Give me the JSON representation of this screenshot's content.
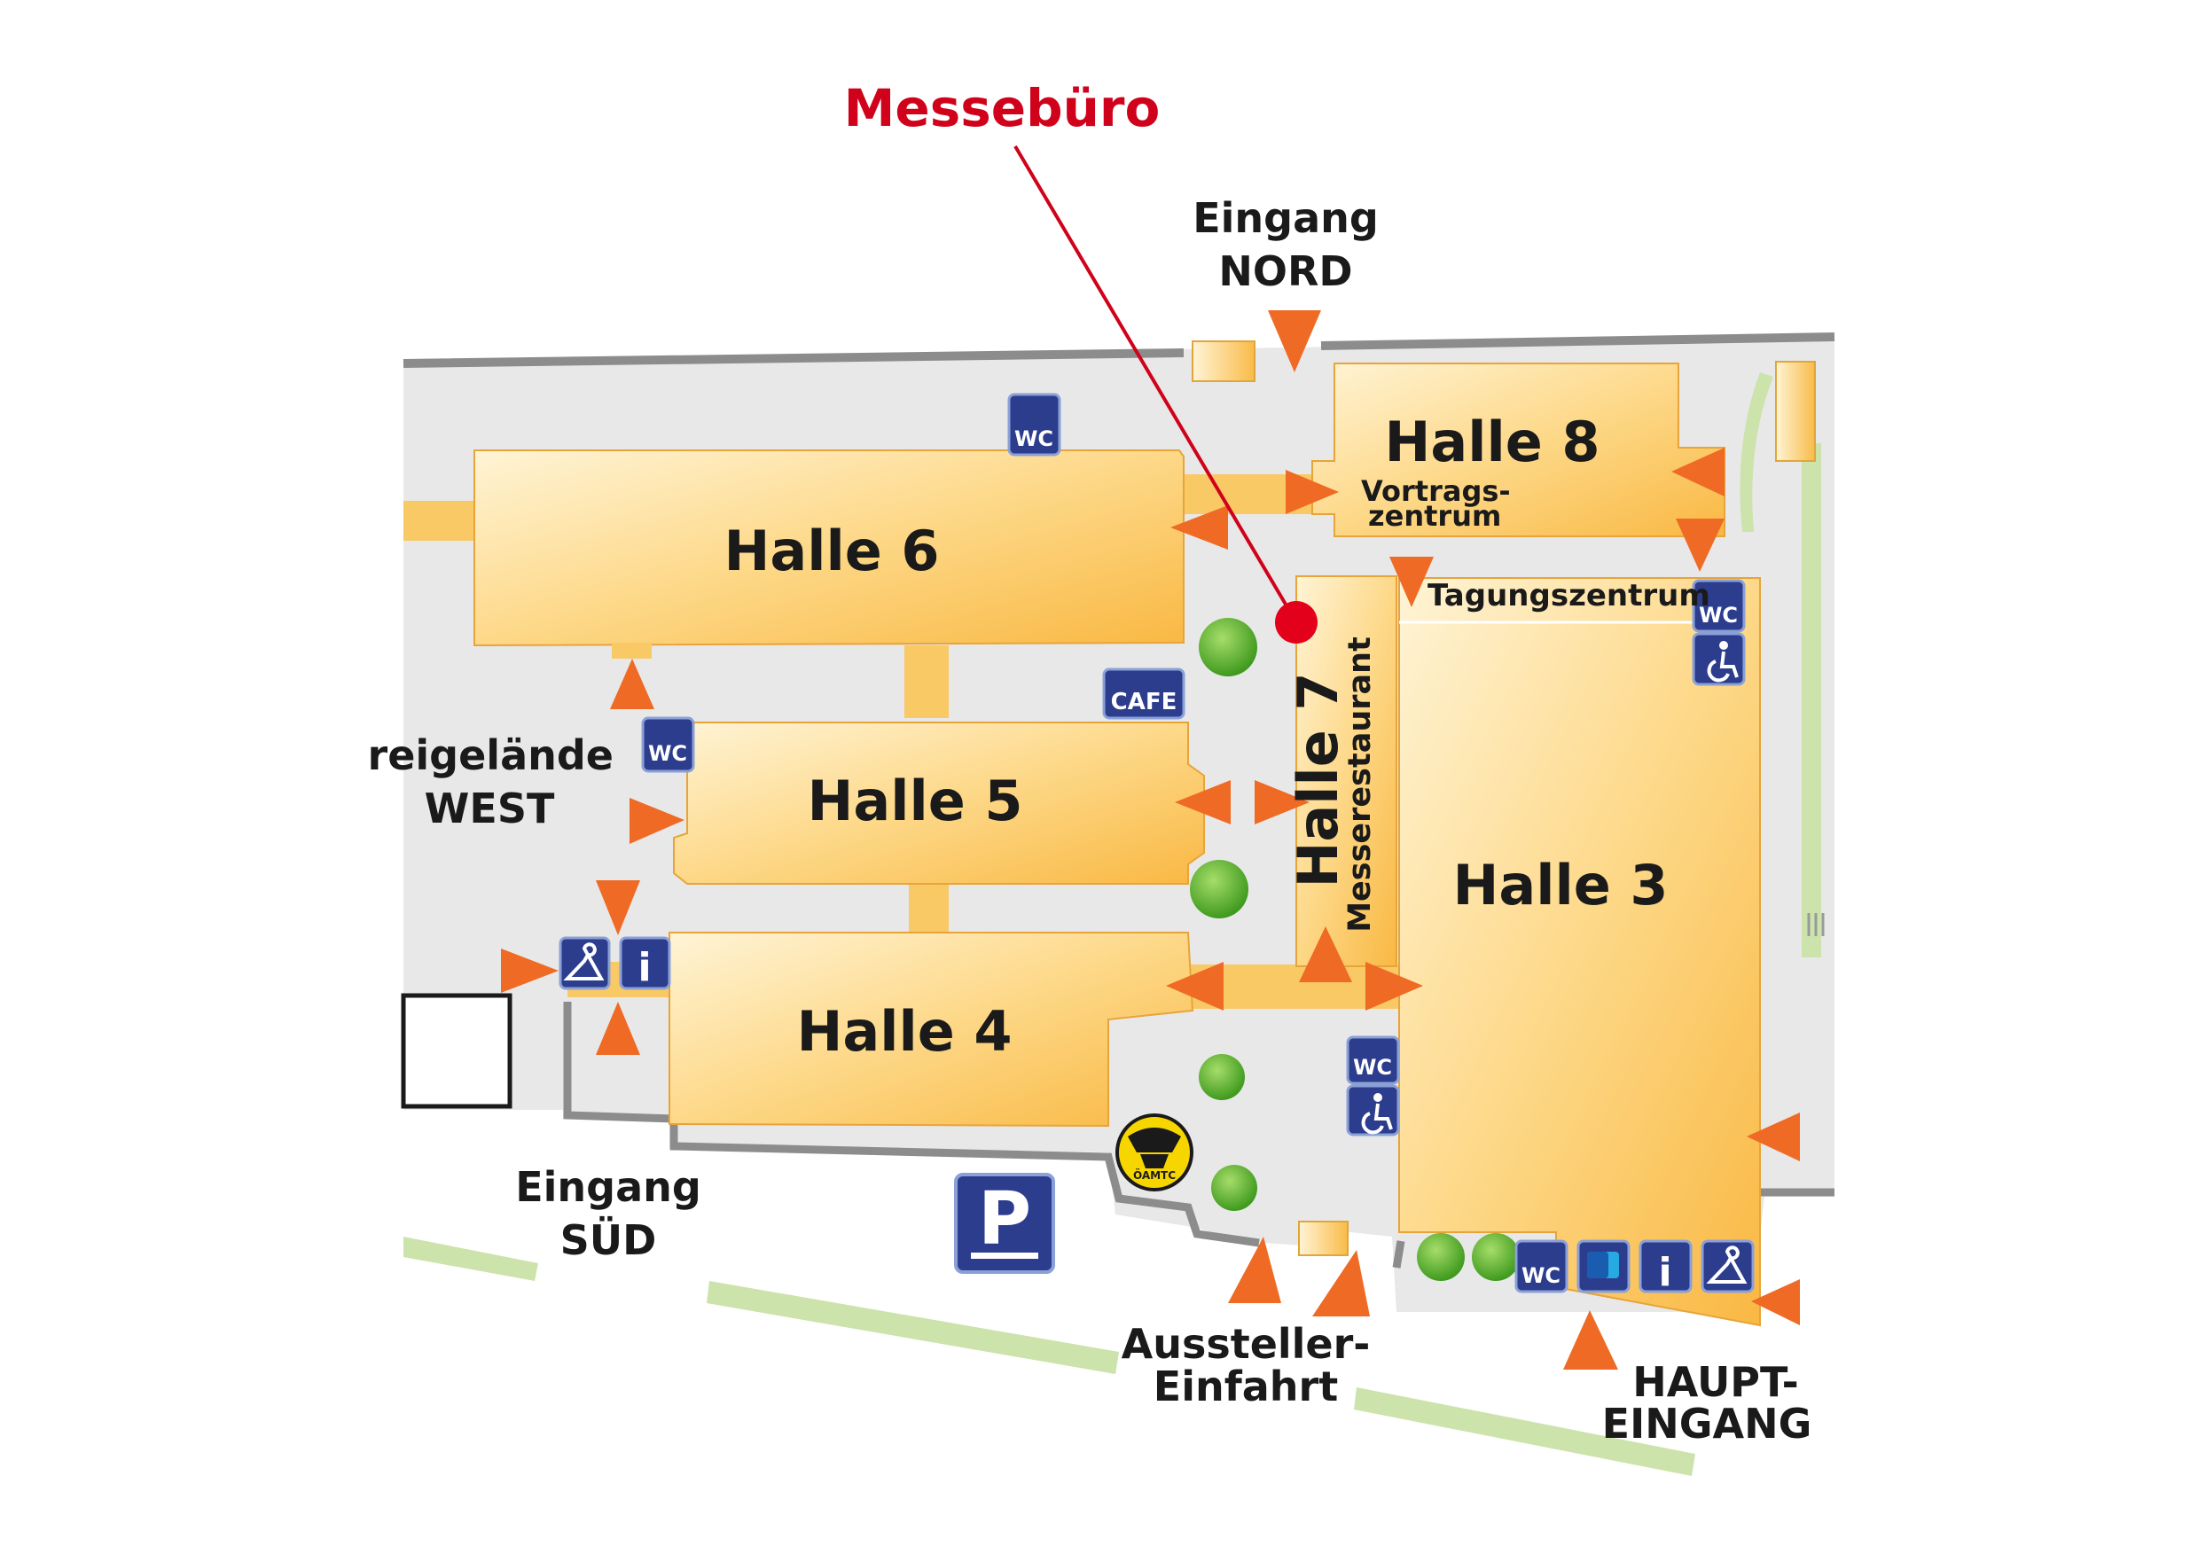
{
  "colors": {
    "ground": "#e8e8e8",
    "wall": "#8a8a8a",
    "hall_light": "#fff1cc",
    "hall_dark": "#fbbf4e",
    "arrow": "#ef6a24",
    "green_strip": "#c9e0a7",
    "tree": "#5fb22f",
    "icon_blue": "#2d3d8e",
    "office_red": "#d0021b"
  },
  "title": {
    "office": "Messebüro"
  },
  "halls": {
    "h6": "Halle 6",
    "h5": "Halle 5",
    "h4": "Halle 4",
    "h8": "Halle 8",
    "h7": "Halle 7",
    "h3": "Halle 3"
  },
  "areas": {
    "vortrag_line1": "Vortrags-",
    "vortrag_line2": "zentrum",
    "tagung": "Tagungszentrum",
    "restaurant": "Messerestaurant"
  },
  "entrances": {
    "nord_line1": "Eingang",
    "nord_line2": "NORD",
    "west_line1": "reigelände",
    "west_line2": "WEST",
    "sued_line1": "Eingang",
    "sued_line2": "SÜD",
    "aussteller_line1": "Aussteller-",
    "aussteller_line2": "Einfahrt",
    "haupt_line1": "HAUPT-",
    "haupt_line2": "EINGANG"
  },
  "icons": {
    "wc": "WC",
    "cafe": "CAFE",
    "parking": "P",
    "info": "i",
    "oeamtc": "ÖAMTC",
    "wc_icon": "wc-icon",
    "cafe_icon": "cafe-icon",
    "info_icon": "info-icon",
    "cloakroom_icon": "cloakroom-icon",
    "wheelchair_icon": "wheelchair-icon",
    "parking_icon": "parking-icon",
    "atm_icon": "atm-icon"
  }
}
